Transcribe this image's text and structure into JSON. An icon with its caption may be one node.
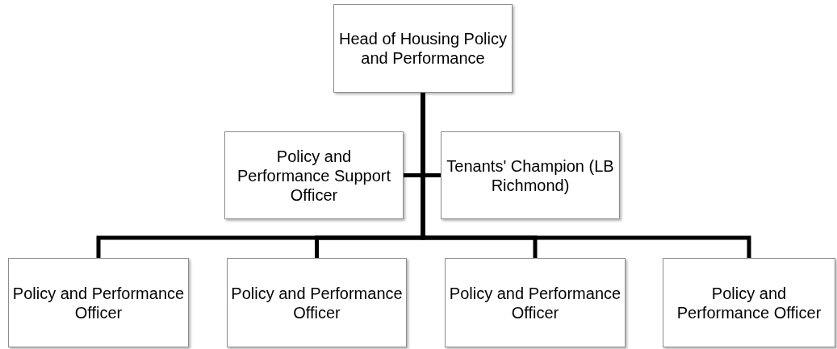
{
  "diagram": {
    "nodes": [
      {
        "text": [
          "Head of Housing Policy and Performance"
        ]
      },
      {
        "text": [
          "Policy and Performance Support Officer"
        ]
      },
      {
        "text": [
          "Tenants' Champion (LB Richmond)"
        ]
      },
      {
        "text": [
          "Policy and Performance Officer"
        ]
      },
      {
        "text": [
          "Policy and Performance Officer"
        ]
      },
      {
        "text": [
          "Policy and Performance Officer"
        ]
      },
      {
        "text": [
          "Policy and Performance Officer"
        ]
      }
    ],
    "edges": [
      {
        "from": 0,
        "to": 1,
        "arrow": "none"
      },
      {
        "from": 0,
        "to": 2,
        "arrow": "none"
      },
      {
        "from": 0,
        "to": 3,
        "arrow": "none"
      },
      {
        "from": 0,
        "to": 4,
        "arrow": "none"
      },
      {
        "from": 0,
        "to": 5,
        "arrow": "none"
      },
      {
        "from": 0,
        "to": 6,
        "arrow": "none"
      }
    ]
  }
}
